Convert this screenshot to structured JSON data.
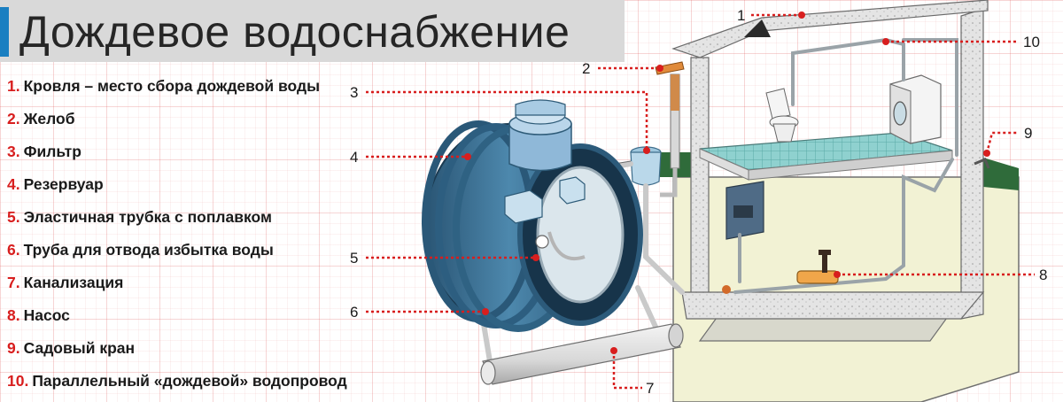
{
  "title": "Дождевое водоснабжение",
  "legend": [
    {
      "num": "1.",
      "label": "Кровля – место сбора дождевой воды"
    },
    {
      "num": "2.",
      "label": "Желоб"
    },
    {
      "num": "3.",
      "label": "Фильтр"
    },
    {
      "num": "4.",
      "label": "Резервуар"
    },
    {
      "num": "5.",
      "label": "Эластичная трубка с поплавком"
    },
    {
      "num": "6.",
      "label": "Труба для отвода избытка воды"
    },
    {
      "num": "7.",
      "label": "Канализация"
    },
    {
      "num": "8.",
      "label": "Насос"
    },
    {
      "num": "9.",
      "label": "Садовый кран"
    },
    {
      "num": "10.",
      "label": "Параллельный «дождевой» водопровод"
    }
  ],
  "callouts": {
    "c1": "1",
    "c2": "2",
    "c3": "3",
    "c4": "4",
    "c5": "5",
    "c6": "6",
    "c7": "7",
    "c8": "8",
    "c9": "9",
    "c10": "10"
  },
  "colors": {
    "accent": "#1a7fc1",
    "number": "#d81e1e",
    "leader": "#d81e1e",
    "tank": "#3b6d8f",
    "wall": "#e3e3e3",
    "floor": "#f2f2d8",
    "grass": "#2f6b3a",
    "tile": "#7cc6c6"
  }
}
